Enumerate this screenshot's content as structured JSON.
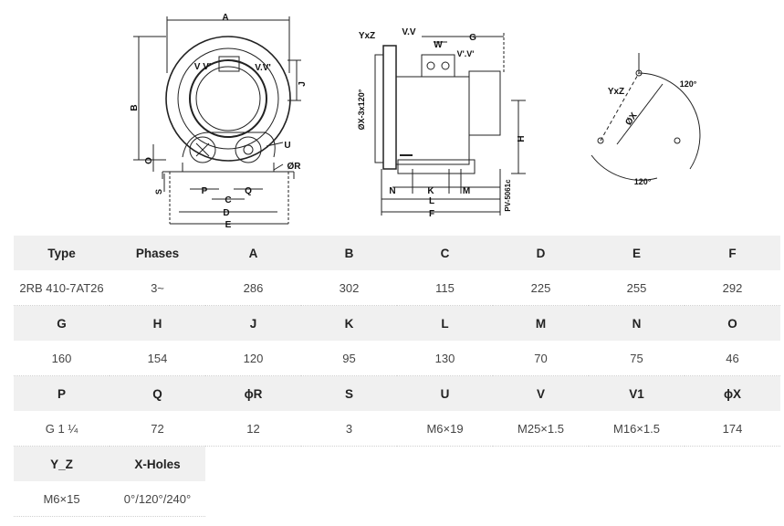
{
  "drawing": {
    "front_view": {
      "dim_A": "A",
      "dim_B": "B",
      "dim_J": "J",
      "dim_O": "O",
      "dim_S": "S",
      "dim_P": "P",
      "dim_Q": "Q",
      "dim_C": "C",
      "dim_D": "D",
      "dim_E": "E",
      "label_vv": "V V'",
      "label_vv2": "V.V'",
      "label_u": "U",
      "label_r": "ØR"
    },
    "side_view": {
      "label_yxz": "YxZ",
      "label_vv": "V.V",
      "label_w": "W",
      "label_g": "G",
      "label_vv3": "V'.V'",
      "label_holes": "ØX-3x120°",
      "label_h": "H",
      "label_n": "N",
      "label_k": "K",
      "label_m": "M",
      "label_l": "L",
      "label_f": "F",
      "label_code": "PV-5061c"
    },
    "flange_view": {
      "label_yxz": "YxZ",
      "label_x": "ØX",
      "angle_top": "120°",
      "angle_bottom": "120°"
    }
  },
  "table": {
    "rows": [
      {
        "type": "head",
        "cells": [
          "Type",
          "Phases",
          "A",
          "B",
          "C",
          "D",
          "E",
          "F"
        ]
      },
      {
        "type": "val",
        "cells": [
          "2RB 410-7AT26",
          "3~",
          "286",
          "302",
          "115",
          "225",
          "255",
          "292"
        ]
      },
      {
        "type": "head",
        "cells": [
          "G",
          "H",
          "J",
          "K",
          "L",
          "M",
          "N",
          "O"
        ]
      },
      {
        "type": "val",
        "cells": [
          "160",
          "154",
          "120",
          "95",
          "130",
          "70",
          "75",
          "46"
        ]
      },
      {
        "type": "head",
        "cells": [
          "P",
          "Q",
          "ϕR",
          "S",
          "U",
          "V",
          "V1",
          "ϕX"
        ]
      },
      {
        "type": "val",
        "cells": [
          "G 1 ¼",
          "72",
          "12",
          "3",
          "M6×19",
          "M25×1.5",
          "M16×1.5",
          "174"
        ]
      },
      {
        "type": "head",
        "cells": [
          "Y_Z",
          "X-Holes"
        ]
      },
      {
        "type": "val",
        "cells": [
          "M6×15",
          "0°/120°/240°"
        ]
      }
    ]
  }
}
